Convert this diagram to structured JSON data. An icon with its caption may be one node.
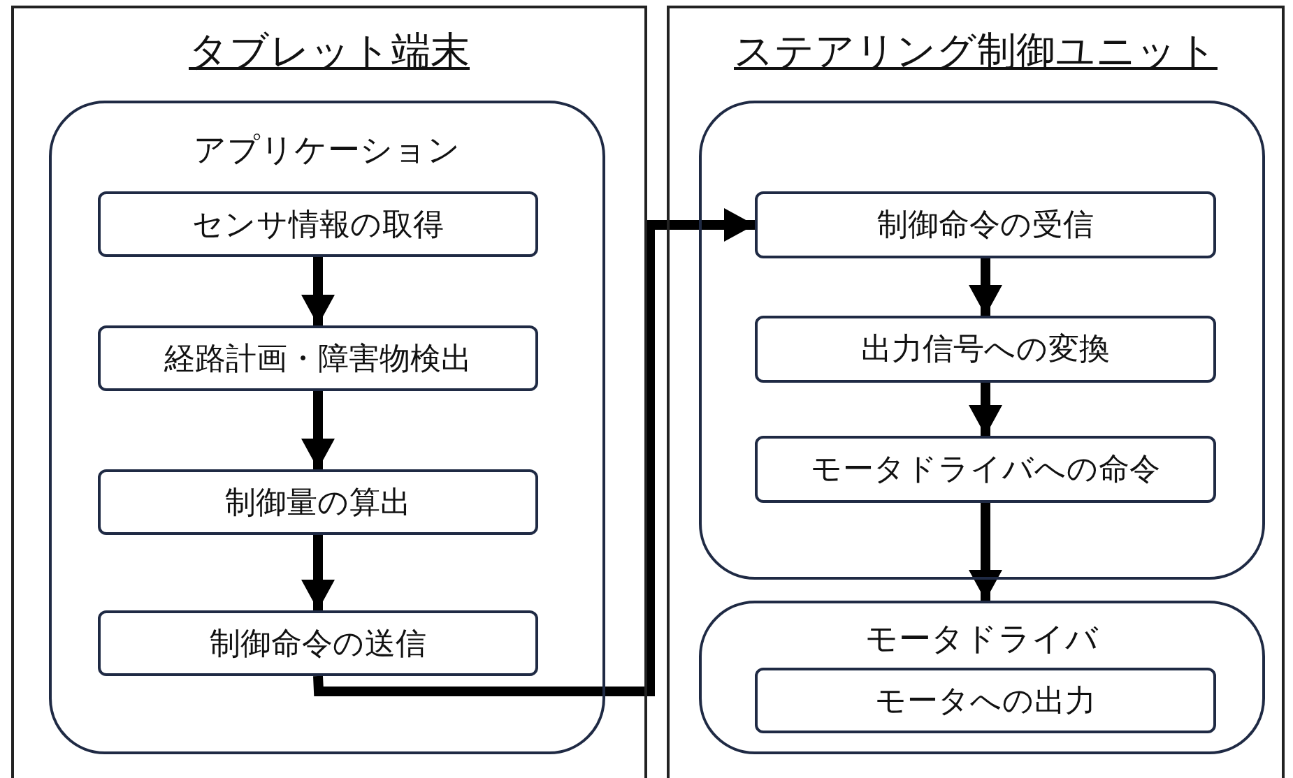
{
  "diagram": {
    "nodes": [
      {
        "text": [
          "タブレット端末"
        ]
      },
      {
        "text": [
          "アプリケーション"
        ],
        "in": 0
      },
      {
        "text": [
          "センサ情報の取得"
        ],
        "in": 1
      },
      {
        "text": [
          "経路計画・障害物検出"
        ],
        "in": 1
      },
      {
        "text": [
          "制御量の算出"
        ],
        "in": 1
      },
      {
        "text": [
          "制御命令の送信"
        ],
        "in": 1
      },
      {
        "text": [
          "ステアリング制御ユニット"
        ]
      },
      {
        "text": [],
        "shape": "box",
        "in": 6
      },
      {
        "text": [
          "制御命令の受信"
        ],
        "in": 7
      },
      {
        "text": [
          "出力信号への変換"
        ],
        "in": 7
      },
      {
        "text": [
          "モータドライバへの命令"
        ],
        "in": 7
      },
      {
        "text": [
          "モータドライバ"
        ],
        "in": 6
      },
      {
        "text": [
          "モータへの出力"
        ],
        "in": 11
      }
    ],
    "edges": [
      {
        "from": 2,
        "to": 3,
        "arrow": "to"
      },
      {
        "from": 3,
        "to": 4,
        "arrow": "to"
      },
      {
        "from": 4,
        "to": 5,
        "arrow": "to"
      },
      {
        "from": 5,
        "to": 8,
        "arrow": "to"
      },
      {
        "from": 8,
        "to": 9,
        "arrow": "to"
      },
      {
        "from": 9,
        "to": 10,
        "arrow": "to"
      },
      {
        "from": 10,
        "to": 11,
        "arrow": "to"
      }
    ]
  }
}
